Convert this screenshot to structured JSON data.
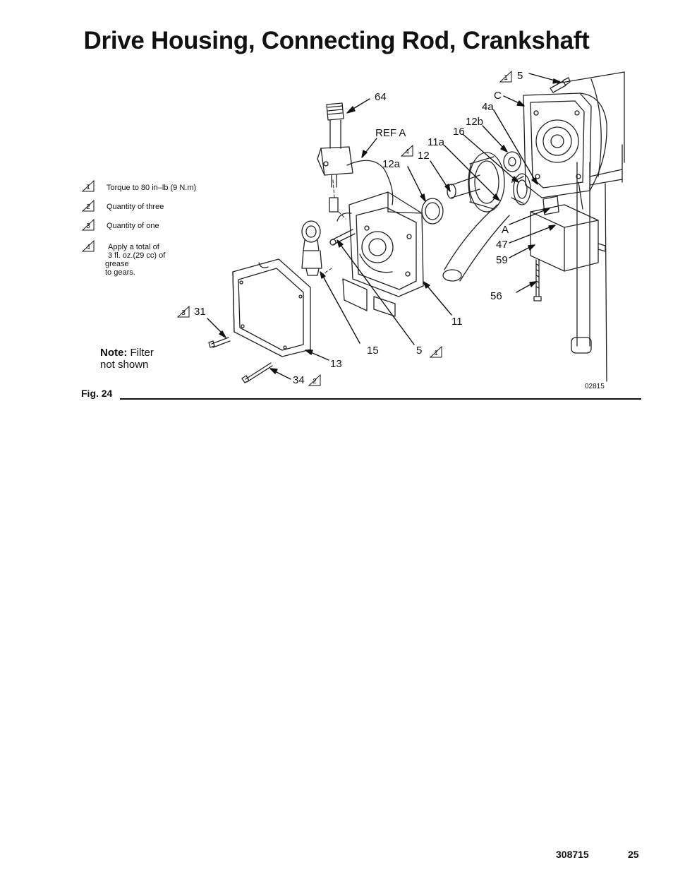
{
  "page": {
    "title": "Drive Housing, Connecting Rod, Crankshaft",
    "doc_number": "308715",
    "page_number": "25"
  },
  "figure": {
    "caption": "Fig. 24",
    "drawing_number": "02815",
    "note_label": "Note:",
    "note_text_1": " Filter",
    "note_text_2": "not shown",
    "legend": [
      {
        "num": "1",
        "text": "Torque to 80 in–lb (9 N.m)"
      },
      {
        "num": "2",
        "text": "Quantity of three"
      },
      {
        "num": "3",
        "text": "Quantity of one"
      },
      {
        "num": "4",
        "text_lines": [
          "Apply a total of",
          "3 fl. oz.(29 cc)  of",
          "grease",
          "to gears."
        ]
      }
    ],
    "callouts": {
      "c64": "64",
      "refa": "REF A",
      "c12a": "12a",
      "c12": "12",
      "c11a": "11a",
      "c16": "16",
      "c12b": "12b",
      "c4a": "4a",
      "cC": "C",
      "c5top": "5",
      "cA": "A",
      "c47": "47",
      "c59": "59",
      "c56": "56",
      "c11": "11",
      "c15": "15",
      "c5bot": "5",
      "c13": "13",
      "c31": "31",
      "c34": "34"
    },
    "callout_marks": {
      "m5top": "1",
      "m12": "4",
      "m5bot": "1",
      "m31": "3",
      "m34": "2"
    }
  }
}
